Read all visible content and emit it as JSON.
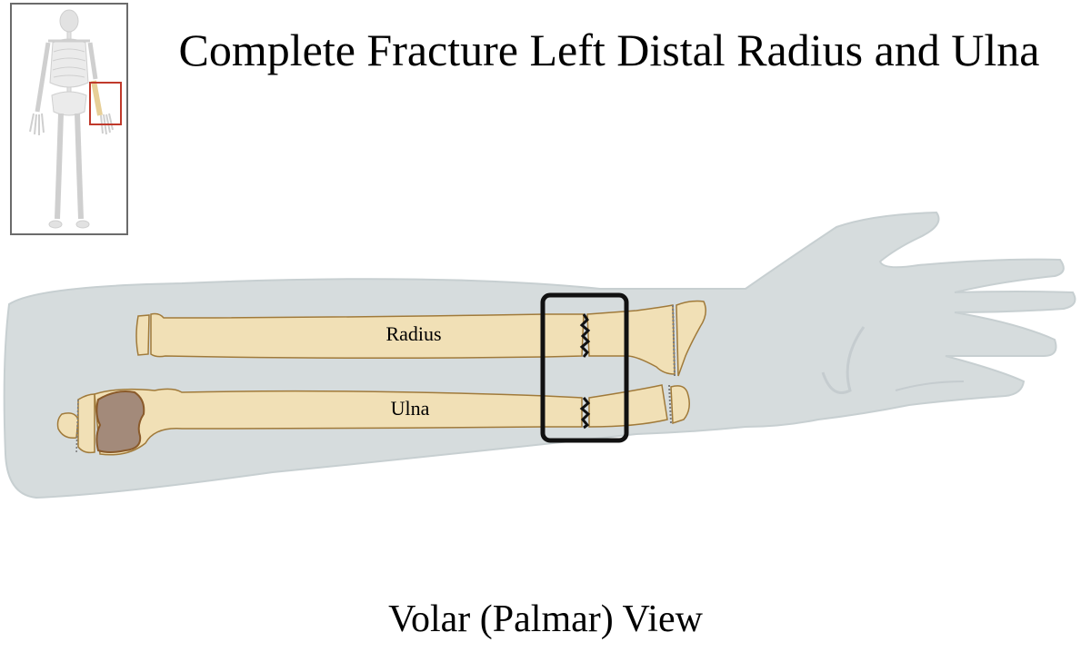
{
  "title": "Complete Fracture Left Distal Radius and Ulna",
  "view_label": "Volar (Palmar) View",
  "labels": {
    "radius": "Radius",
    "ulna": "Ulna"
  },
  "colors": {
    "skin": "#d6dcdd",
    "bone": "#f1e0b6",
    "bone_outline": "#a07a3a",
    "marrow": "#a38a7a",
    "fracture_box": "#111111",
    "locator_box": "#c0392b",
    "skeleton": "#d3d3d3"
  }
}
